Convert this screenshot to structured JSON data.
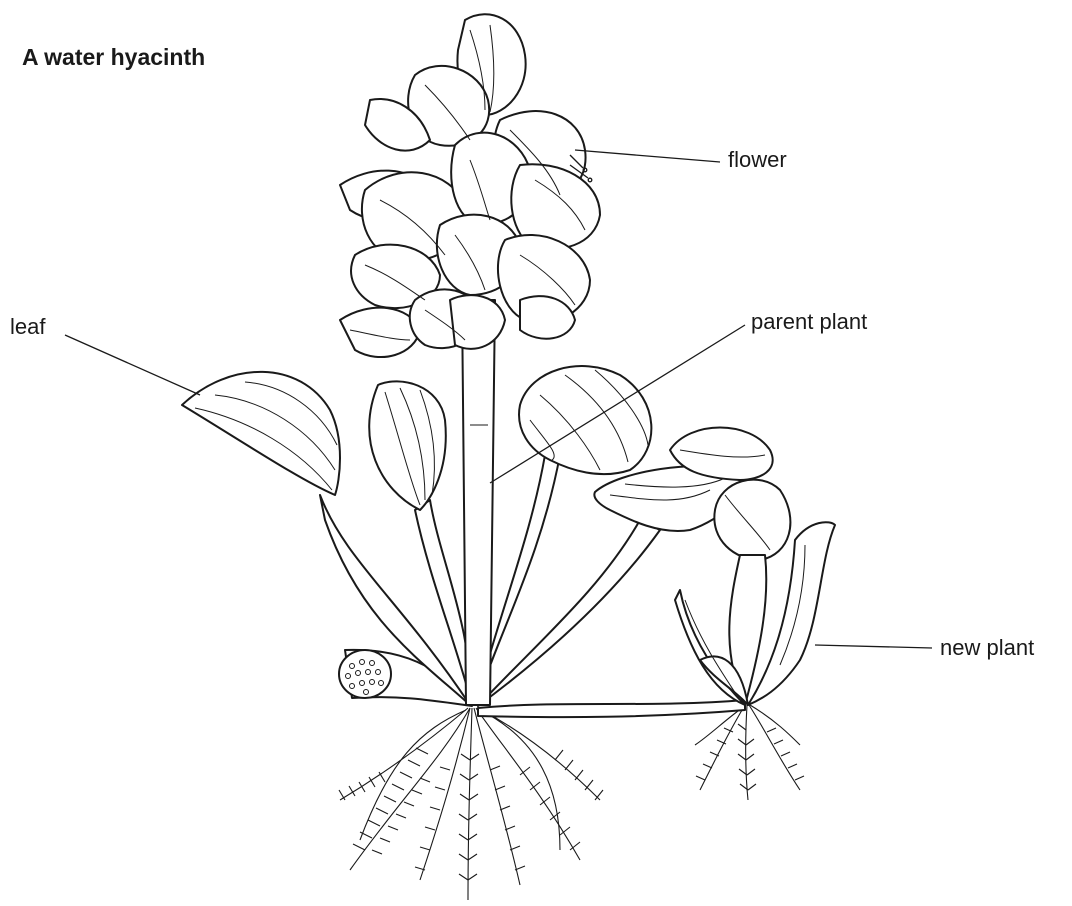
{
  "title": "A water hyacinth",
  "labels": {
    "flower": "flower",
    "leaf": "leaf",
    "parent_plant": "parent plant",
    "new_plant": "new plant"
  }
}
